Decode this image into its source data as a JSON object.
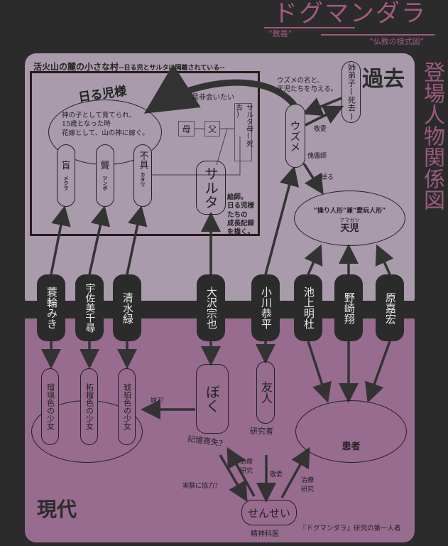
{
  "title": {
    "main": "ドグマンダラ",
    "sub1": "“教義”",
    "sub2": "“仏教の様式図”"
  },
  "side_title": "登場人物関係図",
  "past": {
    "label": "過去",
    "village": "活火山の麓の小さな村",
    "village_note": "--日る児とサルタは隔離されている--",
    "hiruko_title": "日る児様",
    "hiruko_desc": [
      "神の子として育てられ、",
      "15歳となった時",
      "花嫁として、山の神に嫁ぐ。"
    ],
    "hiruko_members": [
      {
        "name": "盲",
        "reading": "メクラ"
      },
      {
        "name": "聾",
        "reading": "ツンボ"
      },
      {
        "name": "不具",
        "reading": "カタワ"
      }
    ],
    "want_to_meet": "是非会いたい",
    "mother": "母",
    "father": "父",
    "saruta_mother": "サルタ母(死去)",
    "saruta": "サルタ",
    "saruta_desc": [
      "絵師。",
      "日る児様",
      "たちの",
      "成長記録",
      "を描く。"
    ],
    "uzume": "ウズメ",
    "senior": "姉弟子(死去)",
    "senior_note": [
      "ウズメの名と、",
      "天児たちを与える。"
    ],
    "respect": "敬愛",
    "puppeteer": "傀儡師",
    "manipulate": "操る",
    "amagatsu_desc": "”操り人形”兼”愛玩人形”",
    "amagatsu_ruby": "アマガツ",
    "amagatsu": "天児"
  },
  "cast": [
    "蓑輪みき",
    "宇佐美千尋",
    "清水緑",
    "大沢宗也",
    "小川恭平",
    "池上明杜",
    "野崎翔",
    "原嘉宏"
  ],
  "present": {
    "label": "現代",
    "girls": [
      "瑠璃色の少女",
      "柘榴色の少女",
      "琥珀色の少女"
    ],
    "sister": "妹??",
    "boku": "ぼく",
    "amnesia": "記憶喪失?",
    "friend": "友人",
    "researcher": "研究者",
    "patients": "患者",
    "respect": "敬愛",
    "treat_left": "治療研究",
    "treat_right": "治療研究",
    "cooperate": "実験に協力?",
    "sensei": "せんせい",
    "psychiatrist": "精神科医",
    "authority": "『ドグマンダラ』研究の第一人者"
  },
  "colors": {
    "bg": "#2b2b2b",
    "past": "#a99aac",
    "present": "#976c8f",
    "accent": "#a05a80"
  }
}
